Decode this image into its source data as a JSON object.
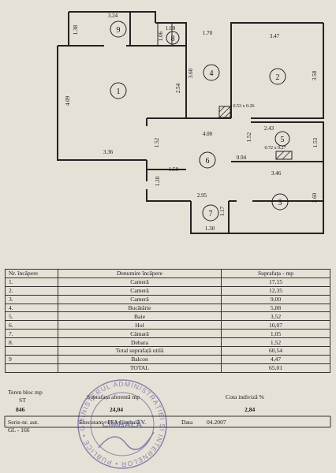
{
  "plan": {
    "rooms": [
      {
        "number": "1"
      },
      {
        "number": "2"
      },
      {
        "number": "3"
      },
      {
        "number": "4"
      },
      {
        "number": "5"
      },
      {
        "number": "6"
      },
      {
        "number": "7"
      },
      {
        "number": "8"
      },
      {
        "number": "9"
      }
    ],
    "dimensions": {
      "d_3_24": "3.24",
      "d_1_38": "1.38",
      "d_1_00": "1.00",
      "d_1_06": "1.06",
      "d_1_70": "1.70",
      "d_3_47": "3.47",
      "d_3_58": "3.58",
      "d_3_60": "3.60",
      "d_4_09": "4.09",
      "d_2_54": "2.54",
      "d_0_53x0_26": "0.53 x 0.26",
      "d_4_00": "4.00",
      "d_2_43": "2.43",
      "d_3_36": "3.36",
      "d_1_52a": "1.52",
      "d_1_52b": "1.52",
      "d_0_72x0_27": "0.72 x 0.27",
      "d_1_53": "1.53",
      "d_1_50": "1.50",
      "d_0_94": "0.94",
      "d_3_46": "3.46",
      "d_1_20": "1.20",
      "d_2_95": "2.95",
      "d_2_60": "2.60",
      "d_1_17": "1.17",
      "d_1_30": "1.30"
    }
  },
  "table": {
    "headers": {
      "nr": "Nr. încăpere",
      "name": "Denumire încăpere",
      "area": "Suprafața - mp"
    },
    "rows": [
      {
        "nr": "1.",
        "name": "Cameră",
        "area": "17,15"
      },
      {
        "nr": "2.",
        "name": "Cameră",
        "area": "12,35"
      },
      {
        "nr": "3.",
        "name": "Cameră",
        "area": "9,00"
      },
      {
        "nr": "4.",
        "name": "Bucătărie",
        "area": "5,88"
      },
      {
        "nr": "5.",
        "name": "Baie",
        "area": "3,52"
      },
      {
        "nr": "6.",
        "name": "Hol",
        "area": "10,07"
      },
      {
        "nr": "7.",
        "name": "Cămară",
        "area": "1,05"
      },
      {
        "nr": "8.",
        "name": "Debara",
        "area": "1,52"
      }
    ],
    "total_util": {
      "label": "Total suprafață utilă",
      "area": "60,54"
    },
    "balcon": {
      "nr": "9",
      "name": "Balcon",
      "area": "4,47"
    },
    "total": {
      "label": "TOTAL",
      "area": "65,01"
    }
  },
  "footer": {
    "teren_label": "Teren bloc mp",
    "st_label": "ST",
    "st_value": "846",
    "suprafata_label": "Suprafața aferentă mp",
    "suprafata_value": "24,04",
    "cota_label": "Cota indiviză %",
    "cota_value": "2,84",
    "serie_label": "Serie-nr. aut.",
    "serie_value": "GL - 166",
    "executant": "Executant : PFA Cimbală V.",
    "data_label": "Data",
    "data_value": "04.2007"
  },
  "stamp": {
    "ring_text": "MINISTERUL ADMINISTRAȚIEI ȘI INTERNELOR • PUBLICE • GALAȚI •",
    "center_text": "CIMBALĂ"
  },
  "colors": {
    "paper": "#e6e1d7",
    "ink": "#1a1a1a",
    "stamp": "#3a3680"
  }
}
